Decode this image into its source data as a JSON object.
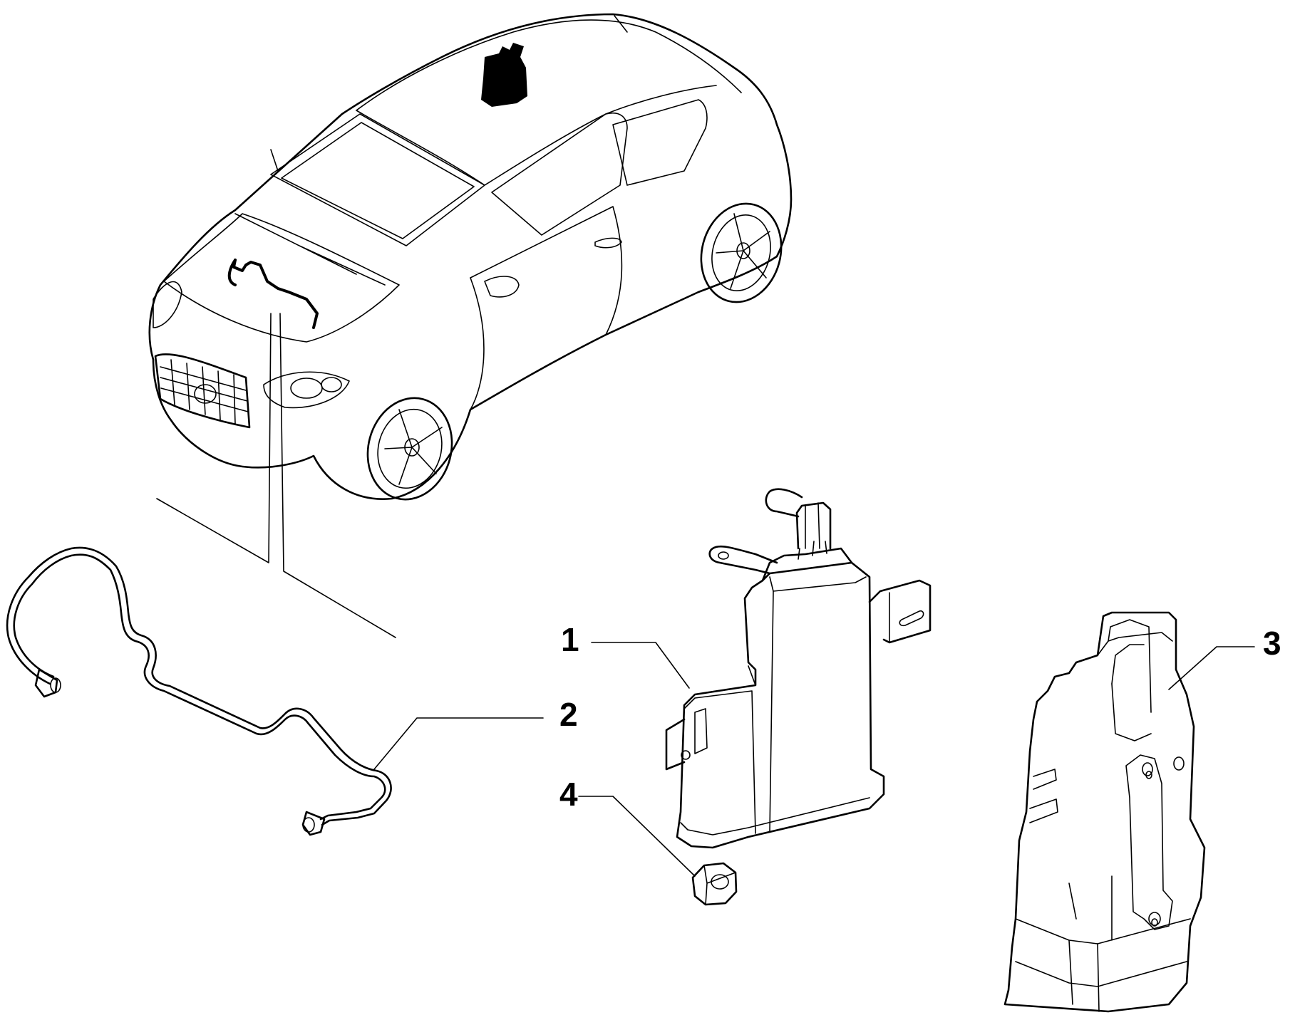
{
  "callouts": [
    {
      "id": "1",
      "label": "1"
    },
    {
      "id": "2",
      "label": "2"
    },
    {
      "id": "3",
      "label": "3"
    },
    {
      "id": "4",
      "label": "4"
    }
  ],
  "colors": {
    "line": "#000000",
    "background": "#ffffff"
  },
  "icons": {
    "car": "car-illustration",
    "pipe": "fuel-vapour-pipe",
    "canister": "carbon-canister",
    "bracket": "canister-bracket",
    "nut": "hex-nut"
  }
}
